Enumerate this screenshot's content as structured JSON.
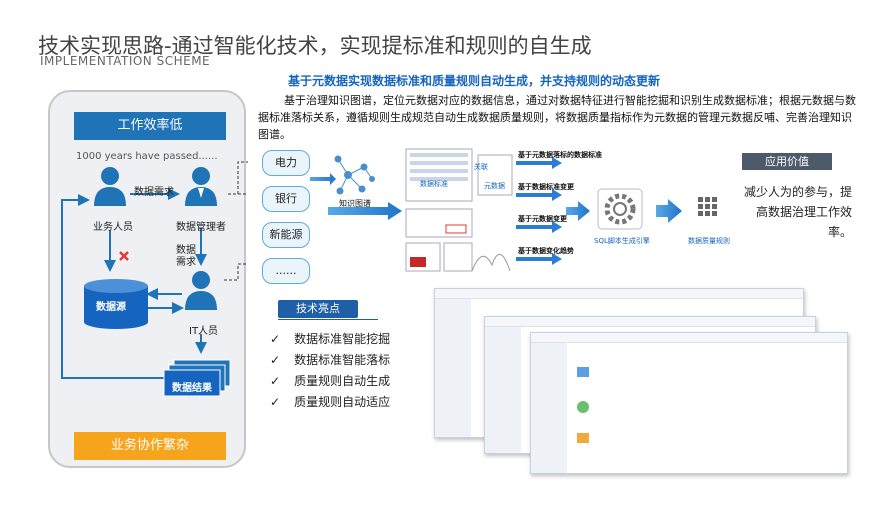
{
  "header": {
    "title": "技术实现思路-通过智能化技术，实现提标准和规则的自生成",
    "subtitle": "IMPLEMENTATION SCHEME",
    "headline": "基于元数据实现数据标准和质量规则自动生成，并支持规则的动态更新",
    "description": "基于治理知识图谱，定位元数据对应的数据信息，通过对数据特征进行智能挖掘和识别生成数据标准；根据元数据与数据标准落标关系，遵循规则生成规范自动生成数据质量规则，将数据质量指标作为元数据的管理元数据反哺、完善治理知识图谱。"
  },
  "left_panel": {
    "top_box": "工作效率低",
    "passed_text": "1000 years have passed......",
    "business_user": "业务人员",
    "data_manager": "数据管理者",
    "data_need_1": "数据需求",
    "data_need_2a": "数据",
    "data_need_2b": "需求",
    "data_source": "数据源",
    "it_user": "IT人员",
    "data_result": "数据结果",
    "bottom_box": "业务协作繁杂",
    "colors": {
      "blue": "#1f73b7",
      "orange": "#f7a41d"
    }
  },
  "sources": [
    "电力",
    "银行",
    "新能源",
    "......"
  ],
  "flow": {
    "knowledge_graph": "知识图谱",
    "data_standard": "数据标准",
    "metadata": "元数据",
    "relate": "关联",
    "steps": [
      "基于元数据落标的数据标准",
      "基于数据标准变更",
      "基于元数据变更",
      "基于数据变化趋势"
    ],
    "engine": "SQL脚本生成引擎",
    "rules": "数据质量规则"
  },
  "tech": {
    "tag": "技术亮点",
    "items": [
      "数据标准智能挖掘",
      "数据标准智能落标",
      "质量规则自动生成",
      "质量规则自动适应"
    ]
  },
  "value": {
    "tag": "应用价值",
    "text": "减少人为的参与，提高数据治理工作效率。"
  },
  "icons": [
    "person-icon",
    "manager-icon",
    "database-icon",
    "documents-icon",
    "cross-icon",
    "check-icon",
    "gear-icon",
    "table-icon",
    "network-icon",
    "arrow-icon"
  ]
}
